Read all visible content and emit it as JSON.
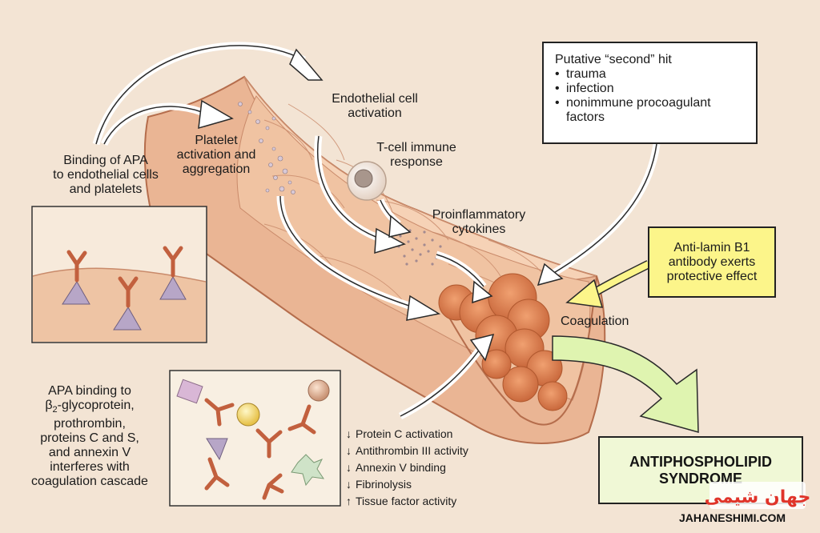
{
  "labels": {
    "binding_apa": "Binding of APA\nto endothelial cells\nand platelets",
    "platelet": "Platelet\nactivation and\naggregation",
    "endothelial": "Endothelial cell\nactivation",
    "tcell": "T-cell immune\nresponse",
    "cytokines": "Proinflammatory\ncytokines",
    "coagulation": "Coagulation",
    "apa_binding_line1": "APA binding to",
    "apa_binding_beta": "β",
    "apa_binding_sub": "2",
    "apa_binding_line2": "-glycoprotein,",
    "apa_binding_rest": "prothrombin,\nproteins C and S,\nand annexin V\ninterferes with\ncoagulation cascade"
  },
  "second_hit": {
    "title": "Putative “second” hit",
    "items": [
      "trauma",
      "infection",
      "nonimmune procoagulant\nfactors"
    ]
  },
  "anti_lamin": "Anti-lamin B1\nantibody exerts\nprotective effect",
  "syndrome": "ANTIPHOSPHOLIPID\nSYNDROME",
  "effects": [
    {
      "direction": "down",
      "text": "Protein C activation"
    },
    {
      "direction": "down",
      "text": "Antithrombin III activity"
    },
    {
      "direction": "down",
      "text": "Annexin V binding"
    },
    {
      "direction": "down",
      "text": "Fibrinolysis"
    },
    {
      "direction": "up",
      "text": "Tissue factor activity"
    }
  ],
  "watermark": {
    "logo_text": "جهان شیمی",
    "url": "JAHANESHIMI.COM"
  },
  "colors": {
    "background": "#f3e4d4",
    "vessel_outer": "#eab594",
    "vessel_inner": "#f2c7a8",
    "clot": "#e28a5c",
    "lamin_box": "#fcf58a",
    "syndrome_box": "#f0f8d6",
    "green_arrow": "#dff4b0"
  }
}
